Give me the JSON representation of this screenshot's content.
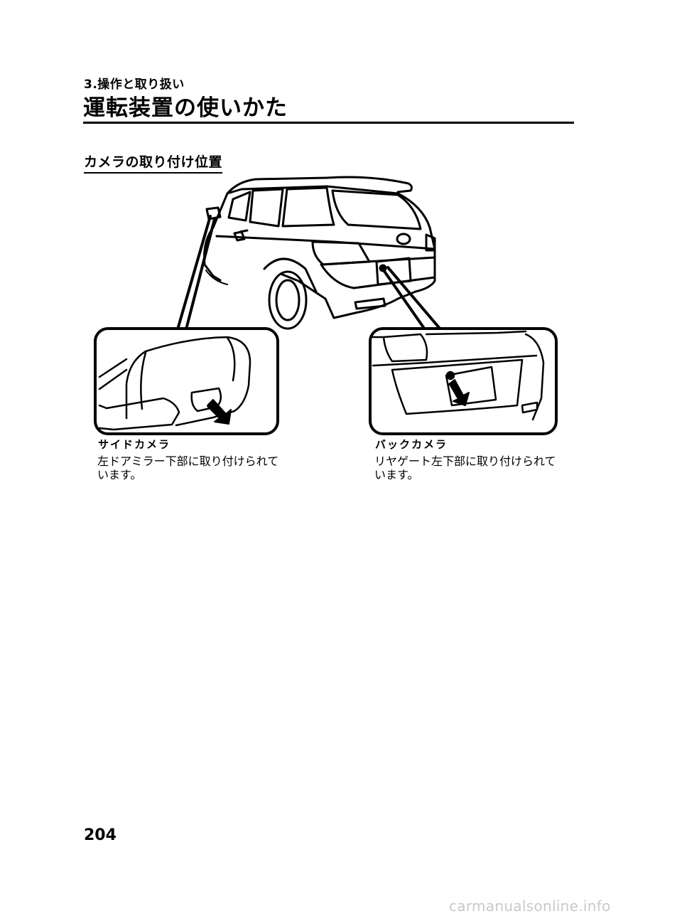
{
  "header": {
    "chapter": "3.操作と取り扱い",
    "title": "運転装置の使いかた"
  },
  "section": {
    "heading": "カメラの取り付け位置"
  },
  "figure": {
    "side_camera": {
      "label": "サイドカメラ",
      "line1": "左ドアミラー下部に取り付けられて",
      "line2": "います。"
    },
    "back_camera": {
      "label": "バックカメラ",
      "line1": "リヤゲート左下部に取り付けられて",
      "line2": "います。"
    }
  },
  "footer": {
    "page_number": "204",
    "watermark": "carmanualsonline.info"
  }
}
